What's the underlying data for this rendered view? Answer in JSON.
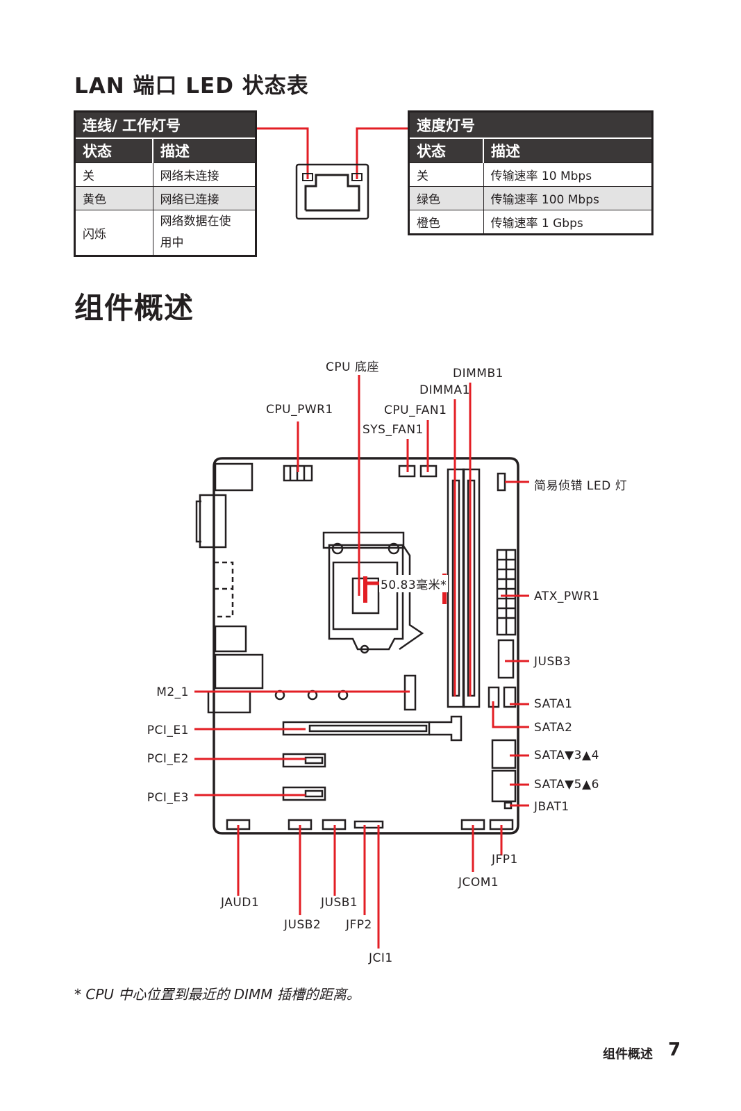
{
  "lan_title": "LAN 端口 LED 状态表",
  "link_table": {
    "caption": "连线/ 工作灯号",
    "headers": [
      "状态",
      "描述"
    ],
    "rows": [
      {
        "state": "关",
        "desc": "网络未连接"
      },
      {
        "state": "黄色",
        "desc": "网络已连接"
      },
      {
        "state": "闪烁",
        "desc_line1": "网络数据在使",
        "desc_line2": "用中"
      }
    ]
  },
  "speed_table": {
    "caption": "速度灯号",
    "headers": [
      "状态",
      "描述"
    ],
    "rows": [
      {
        "state": "关",
        "desc": "传输速率 10 Mbps"
      },
      {
        "state": "绿色",
        "desc": "传输速率 100 Mbps"
      },
      {
        "state": "橙色",
        "desc": "传输速率 1 Gbps"
      }
    ]
  },
  "overview_title": "组件概述",
  "labels": {
    "cpu_socket": "CPU 底座",
    "dimmb1": "DIMMB1",
    "dimma1": "DIMMA1",
    "cpu_pwr1": "CPU_PWR1",
    "cpu_fan1": "CPU_FAN1",
    "sys_fan1": "SYS_FAN1",
    "ez_led": "简易侦错 LED 灯",
    "distance": "50.83毫米*",
    "atx_pwr1": "ATX_PWR1",
    "jusb3": "JUSB3",
    "m2_1": "M2_1",
    "sata1": "SATA1",
    "pci_e1": "PCI_E1",
    "sata2": "SATA2",
    "pci_e2": "PCI_E2",
    "sata34": "SATA▼3▲4",
    "pci_e3": "PCI_E3",
    "sata56": "SATA▼5▲6",
    "jbat1": "JBAT1",
    "jfp1": "JFP1",
    "jcom1": "JCOM1",
    "jaud1": "JAUD1",
    "jusb1": "JUSB1",
    "jusb2": "JUSB2",
    "jfp2": "JFP2",
    "jci1": "JCI1"
  },
  "footnote": "* CPU 中心位置到最近的 DIMM 插槽的距离。",
  "footer": {
    "section": "组件概述",
    "page": "7"
  },
  "colors": {
    "accent": "#e31e24",
    "dark": "#231f20",
    "header_bg": "#3b3838",
    "alt_row": "#e3e3e3"
  }
}
